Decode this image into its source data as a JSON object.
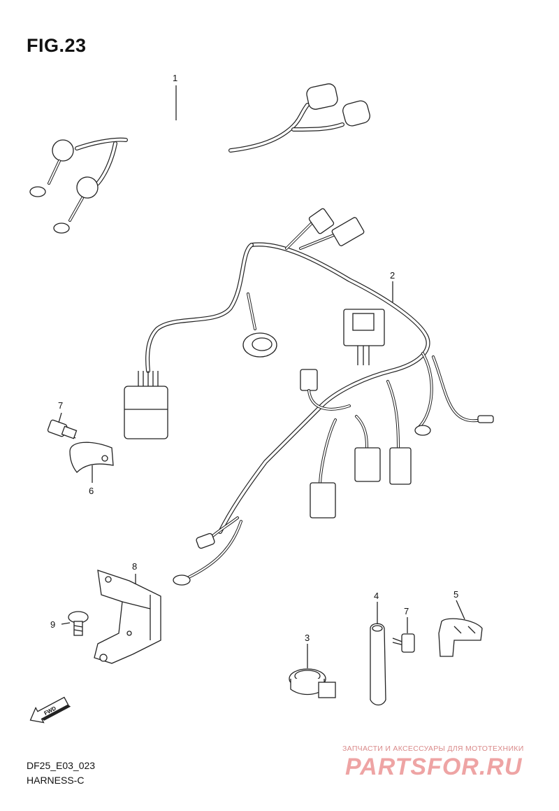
{
  "figure": {
    "title": "FIG.23",
    "code": "DF25_E03_023",
    "name": "HARNESS-C"
  },
  "callouts": [
    {
      "id": "1",
      "label": "1"
    },
    {
      "id": "2",
      "label": "2"
    },
    {
      "id": "3",
      "label": "3"
    },
    {
      "id": "4",
      "label": "4"
    },
    {
      "id": "5",
      "label": "5"
    },
    {
      "id": "6",
      "label": "6"
    },
    {
      "id": "7a",
      "label": "7"
    },
    {
      "id": "7b",
      "label": "7"
    },
    {
      "id": "8",
      "label": "8"
    },
    {
      "id": "9",
      "label": "9"
    }
  ],
  "fwd_arrow": {
    "label": "FWD"
  },
  "watermark": {
    "tagline": "ЗАПЧАСТИ И АКСЕССУАРЫ ДЛЯ МОТОТЕХНИКИ",
    "logo": "PARTSFOR.RU",
    "color": "#e05a5a"
  }
}
